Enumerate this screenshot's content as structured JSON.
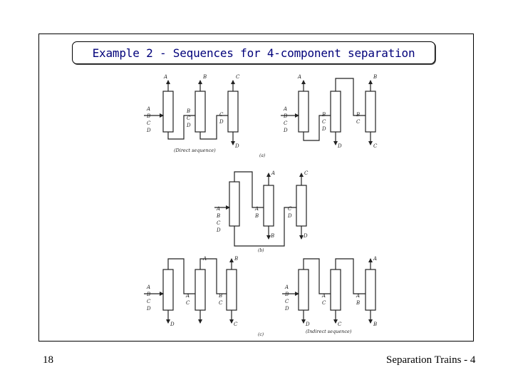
{
  "title": "Example 2 - Sequences for 4-component separation",
  "slide_number": "18",
  "footer_label": "Separation Trains - 4",
  "labels": {
    "A": "A",
    "B": "B",
    "C": "C",
    "D": "D",
    "direct_sequence": "(Direct sequence)",
    "indirect_sequence": "(Indirect sequence)",
    "fig_a": "(a)",
    "fig_b": "(b)",
    "fig_c": "(c)"
  }
}
